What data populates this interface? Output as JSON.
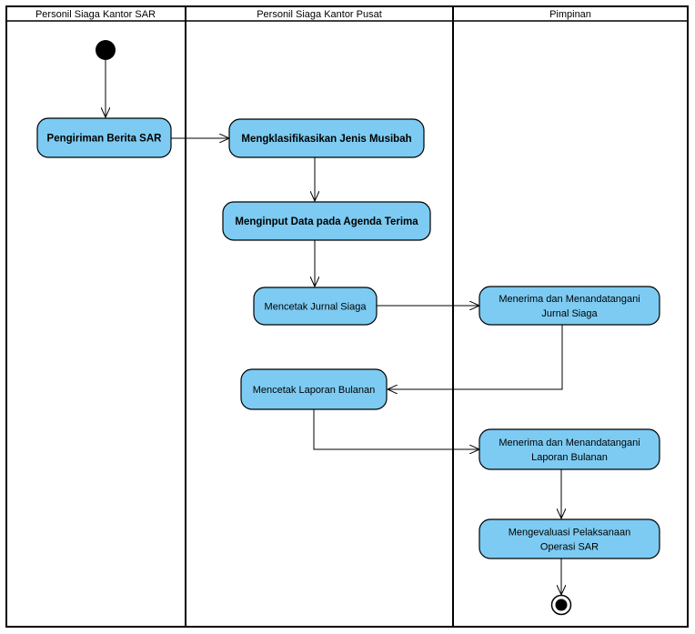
{
  "lanes": [
    {
      "id": "sar",
      "title": "Personil Siaga Kantor SAR"
    },
    {
      "id": "pusat",
      "title": "Personil Siaga Kantor Pusat"
    },
    {
      "id": "pimpinan",
      "title": "Pimpinan"
    }
  ],
  "activities": [
    {
      "id": "pengiriman",
      "lines": [
        "Pengiriman Berita SAR"
      ],
      "bold": true
    },
    {
      "id": "klasifikasi",
      "lines": [
        "Mengklasifikasikan Jenis Musibah"
      ],
      "bold": true
    },
    {
      "id": "input",
      "lines": [
        "Menginput Data pada Agenda Terima"
      ],
      "bold": true
    },
    {
      "id": "cetak-jurnal",
      "lines": [
        "Mencetak Jurnal Siaga"
      ],
      "bold": false
    },
    {
      "id": "terima-jurnal",
      "lines": [
        "Menerima dan Menandatangani",
        "Jurnal Siaga"
      ],
      "bold": false
    },
    {
      "id": "cetak-laporan",
      "lines": [
        "Mencetak Laporan Bulanan"
      ],
      "bold": false
    },
    {
      "id": "terima-laporan",
      "lines": [
        "Menerima dan Menandatangani",
        "Laporan Bulanan"
      ],
      "bold": false
    },
    {
      "id": "evaluasi",
      "lines": [
        "Mengevaluasi Pelaksanaan",
        "Operasi SAR"
      ],
      "bold": false
    }
  ],
  "colors": {
    "activity_fill": "#7dcbf2",
    "stroke": "#000000",
    "background": "#ffffff"
  }
}
